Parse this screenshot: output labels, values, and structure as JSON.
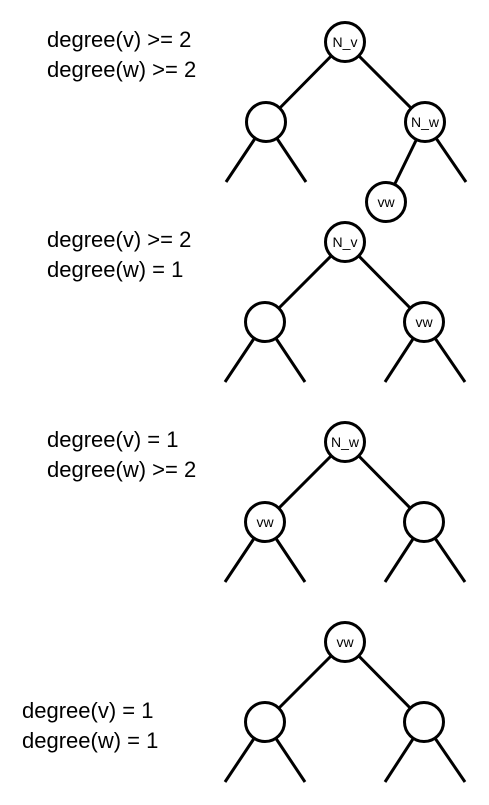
{
  "cases": [
    {
      "conditions": [
        "degree(v) >= 2",
        "degree(w) >= 2"
      ],
      "nodes": {
        "root": "N_v",
        "left": "",
        "right": "N_w",
        "right_child": "vw"
      }
    },
    {
      "conditions": [
        "degree(v) >= 2",
        "degree(w) = 1"
      ],
      "nodes": {
        "root": "N_v",
        "left": "",
        "right": "vw"
      }
    },
    {
      "conditions": [
        "degree(v) = 1",
        "degree(w) >= 2"
      ],
      "nodes": {
        "root": "N_w",
        "left": "vw",
        "right": ""
      }
    },
    {
      "conditions": [
        "degree(v) = 1",
        "degree(w) = 1"
      ],
      "nodes": {
        "root": "vw",
        "left": "",
        "right": ""
      }
    }
  ]
}
